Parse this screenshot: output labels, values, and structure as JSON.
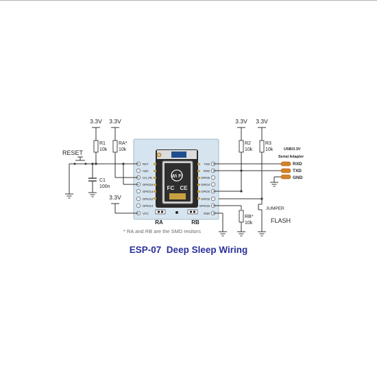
{
  "labels": {
    "v_r1": "3.3V",
    "v_ra": "3.3V",
    "v_r2": "3.3V",
    "v_r3": "3.3V",
    "v_vcc": "3.3V",
    "reset": "RESET",
    "r1_name": "R1",
    "r1_val": "10k",
    "ra_name": "RA*",
    "ra_val": "10k",
    "r2_name": "R2",
    "r2_val": "10k",
    "r3_name": "R3",
    "r3_val": "10k",
    "rb_name": "RB*",
    "rb_val": "10k",
    "c1_name": "C1",
    "c1_val": "100n",
    "usb_line1": "USB/3.3V",
    "usb_line2": "Serial Adapter",
    "conn_rxd": "RXD",
    "conn_txd": "TXD",
    "conn_gnd": "GND",
    "jumper": "JUMPER",
    "flash": "FLASH",
    "ra_board": "RA",
    "rb_board": "RB",
    "note": "*  RA and RB are the SMD resitors"
  },
  "module_pins_left": [
    "RST",
    "ADC",
    "CH_PD",
    "GPIO16",
    "GPIO14",
    "GPIO12",
    "GPIO13",
    "VCC"
  ],
  "module_pins_right": [
    "TXD",
    "RXD",
    "GPIO5",
    "GPIO4",
    "GPIO0",
    "GPIO2",
    "GPIO15",
    "GND"
  ],
  "chip_text": [
    "Wi Fi",
    "FC",
    "CE"
  ],
  "caption": "ESP-07  Deep Sleep Wiring",
  "colors": {
    "wire": "#333333",
    "resistor": "#444444",
    "board": "#d6e4ef",
    "chip": "#2a2a2a",
    "connector": "#d4832a",
    "caption": "#2b2f9a"
  }
}
